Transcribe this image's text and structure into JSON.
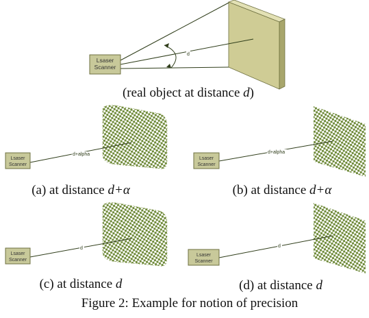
{
  "colors": {
    "scanner_fill": "#c8c99a",
    "wall_front": "#cfcc95",
    "wall_side": "#a8a66c",
    "wall_top": "#e3e1b5",
    "checker_dark": "#6f8a3a",
    "checker_light": "#ffffff",
    "line": "#2f3d1a"
  },
  "top": {
    "scanner_line1": "Lsaser",
    "scanner_line2": "Scanner",
    "ray_label": "d",
    "caption_text": "(real object at distance ",
    "caption_var": "d",
    "caption_close": ")"
  },
  "panel_a": {
    "scanner_line1": "Lsaser",
    "scanner_line2": "Scanner",
    "ray_label": "d+alpha",
    "caption_text": "(a) at distance ",
    "caption_var": "d+",
    "caption_sym": "α"
  },
  "panel_b": {
    "scanner_line1": "Lsaser",
    "scanner_line2": "Scanner",
    "ray_label": "d+alpha",
    "caption_text": "(b) at distance ",
    "caption_var": "d+",
    "caption_sym": "α"
  },
  "panel_c": {
    "scanner_line1": "Lsaser",
    "scanner_line2": "Scanner",
    "ray_label": "d",
    "caption_text": "(c) at distance ",
    "caption_var": "d"
  },
  "panel_d": {
    "scanner_line1": "Lsaser",
    "scanner_line2": "Scanner",
    "ray_label": "d",
    "caption_text": "(d) at distance ",
    "caption_var": "d"
  },
  "figure_caption": "Figure 2: Example for notion of precision"
}
